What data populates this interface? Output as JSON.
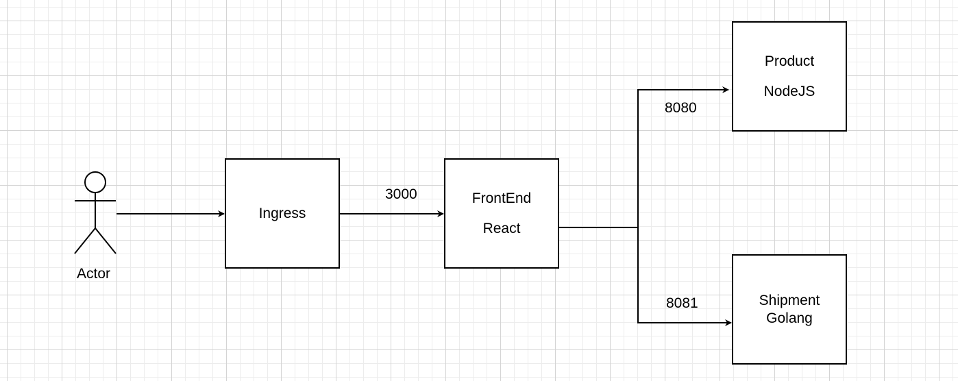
{
  "actor": {
    "label": "Actor"
  },
  "nodes": {
    "ingress": {
      "line1": "Ingress"
    },
    "frontend": {
      "line1": "FrontEnd",
      "line2": "React"
    },
    "product": {
      "line1": "Product",
      "line2": "NodeJS"
    },
    "shipment": {
      "line1": "Shipment",
      "line2": "Golang"
    }
  },
  "edges": {
    "ingress_to_frontend": "3000",
    "frontend_to_product": "8080",
    "frontend_to_shipment": "8081"
  },
  "colors": {
    "line": "#000000",
    "background": "#ffffff",
    "grid": "#d4d4d4"
  }
}
